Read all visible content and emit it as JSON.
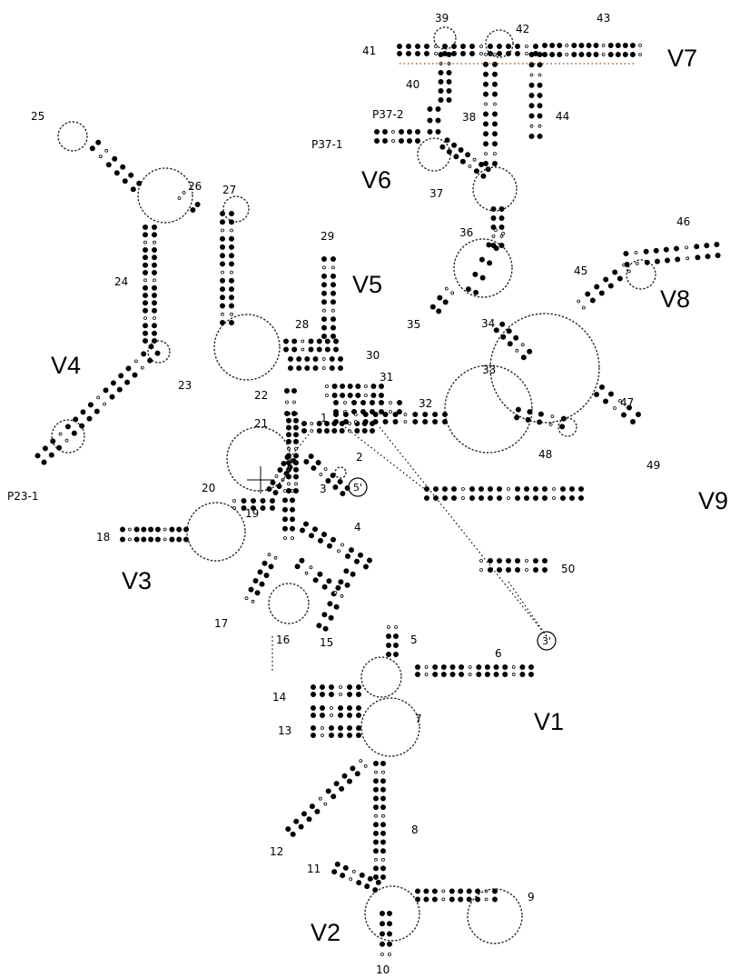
{
  "colors": {
    "ink": "#000000",
    "highlight": "#8b4513",
    "background": "#ffffff"
  },
  "helix_numbers": [
    "1",
    "2",
    "3",
    "4",
    "5",
    "6",
    "7",
    "8",
    "9",
    "10",
    "11",
    "12",
    "13",
    "14",
    "15",
    "16",
    "17",
    "18",
    "19",
    "20",
    "21",
    "22",
    "23",
    "24",
    "25",
    "26",
    "27",
    "28",
    "29",
    "30",
    "31",
    "32",
    "33",
    "34",
    "35",
    "36",
    "37",
    "38",
    "39",
    "40",
    "41",
    "42",
    "43",
    "44",
    "45",
    "46",
    "47",
    "48",
    "49",
    "50"
  ],
  "variable_regions": [
    "V1",
    "V2",
    "V3",
    "V4",
    "V5",
    "V6",
    "V7",
    "V8",
    "V9"
  ],
  "extra_helices": [
    "P23-1",
    "P37-1",
    "P37-2"
  ],
  "termini": {
    "five_prime": "5'",
    "three_prime": "3'"
  }
}
